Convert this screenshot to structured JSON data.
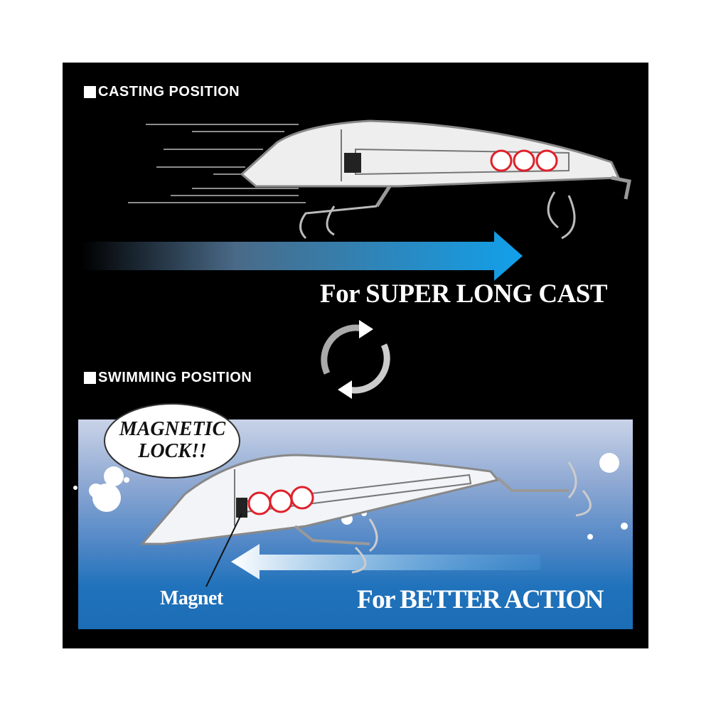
{
  "casting": {
    "heading": "CASTING POSITION",
    "caption": "For SUPER LONG CAST"
  },
  "swimming": {
    "heading": "SWIMMING POSITION",
    "caption": "For BETTER ACTION",
    "callout": [
      "MAGNETIC",
      "LOCK!!"
    ],
    "magnet_label": "Magnet"
  },
  "colors": {
    "background": "#000000",
    "arrow": "#1a9be0",
    "water_top": "#c9d3e8",
    "water_bottom": "#1c6db5",
    "weight_ring": "#e0202a"
  },
  "icons": {
    "bullet": "square-bullet-icon",
    "cycle": "rotate-cycle-icon"
  }
}
